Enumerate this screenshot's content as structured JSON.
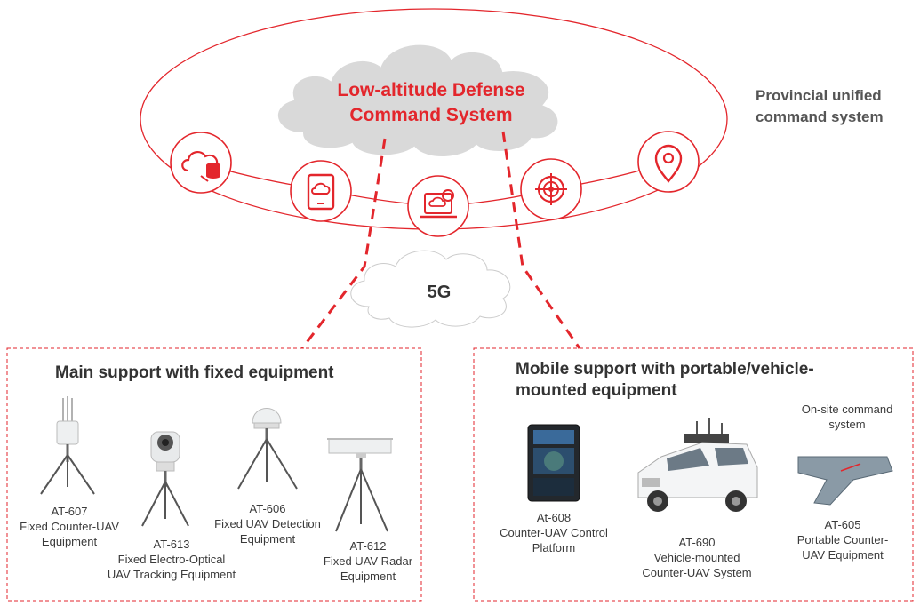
{
  "command_system": {
    "title_line1": "Low-altitude Defense",
    "title_line2": "Command System"
  },
  "provincial": {
    "line1": "Provincial unified",
    "line2": "command system"
  },
  "network": {
    "label": "5G"
  },
  "colors": {
    "accent": "#e3262c",
    "cloud": "#d9d9d9",
    "text": "#3a3a3a"
  },
  "icons": [
    "cloud-database-icon",
    "tablet-cloud-icon",
    "laptop-weather-icon",
    "target-radar-icon",
    "location-pin-icon"
  ],
  "fixed_group": {
    "title": "Main support with fixed equipment",
    "items": [
      {
        "code": "AT-607",
        "line1": "Fixed Counter-UAV",
        "line2": "Equipment"
      },
      {
        "code": "AT-613",
        "line1": "Fixed Electro-Optical",
        "line2": "UAV Tracking Equipment"
      },
      {
        "code": "AT-606",
        "line1": "Fixed UAV Detection",
        "line2": "Equipment"
      },
      {
        "code": "AT-612",
        "line1": "Fixed UAV Radar",
        "line2": "Equipment"
      }
    ]
  },
  "mobile_group": {
    "title_line1": "Mobile support with portable/vehicle-",
    "title_line2": "mounted equipment",
    "onsite_line1": "On-site command",
    "onsite_line2": "system",
    "items": [
      {
        "code": "At-608",
        "line1": "Counter-UAV Control",
        "line2": "Platform"
      },
      {
        "code": "AT-690",
        "line1": "Vehicle-mounted",
        "line2": "Counter-UAV System"
      },
      {
        "code": "AT-605",
        "line1": "Portable Counter-",
        "line2": "UAV Equipment"
      }
    ]
  }
}
